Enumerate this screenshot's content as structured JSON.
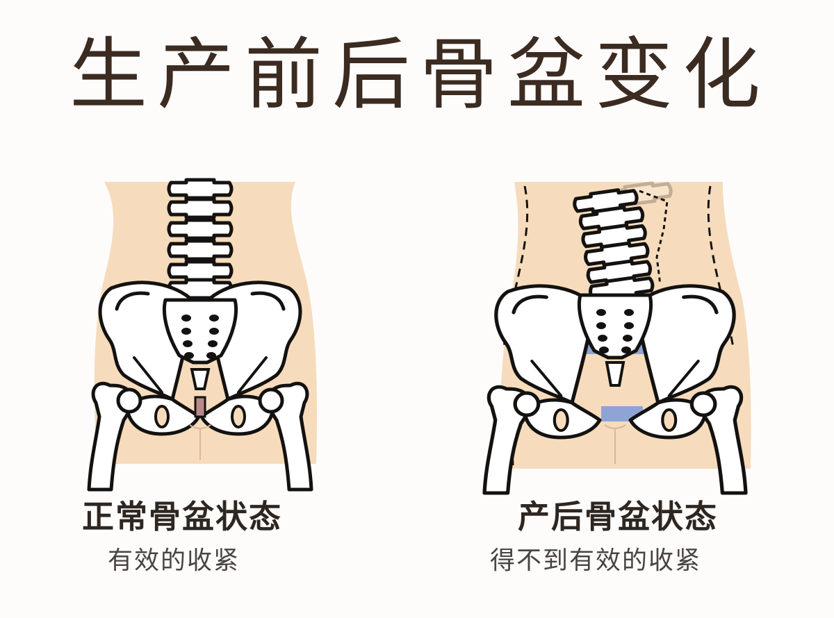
{
  "title": "生产前后骨盆变化",
  "left_panel": {
    "label": "正常骨盆状态",
    "caption": "有效的收紧"
  },
  "right_panel": {
    "label": "产后骨盆状态",
    "caption": "得不到有效的收紧"
  },
  "colors": {
    "skin": "#f6dcbc",
    "bone": "#ffffff",
    "outline": "#141210",
    "gap": "#8ea4d6",
    "title": "#3b2b20"
  }
}
